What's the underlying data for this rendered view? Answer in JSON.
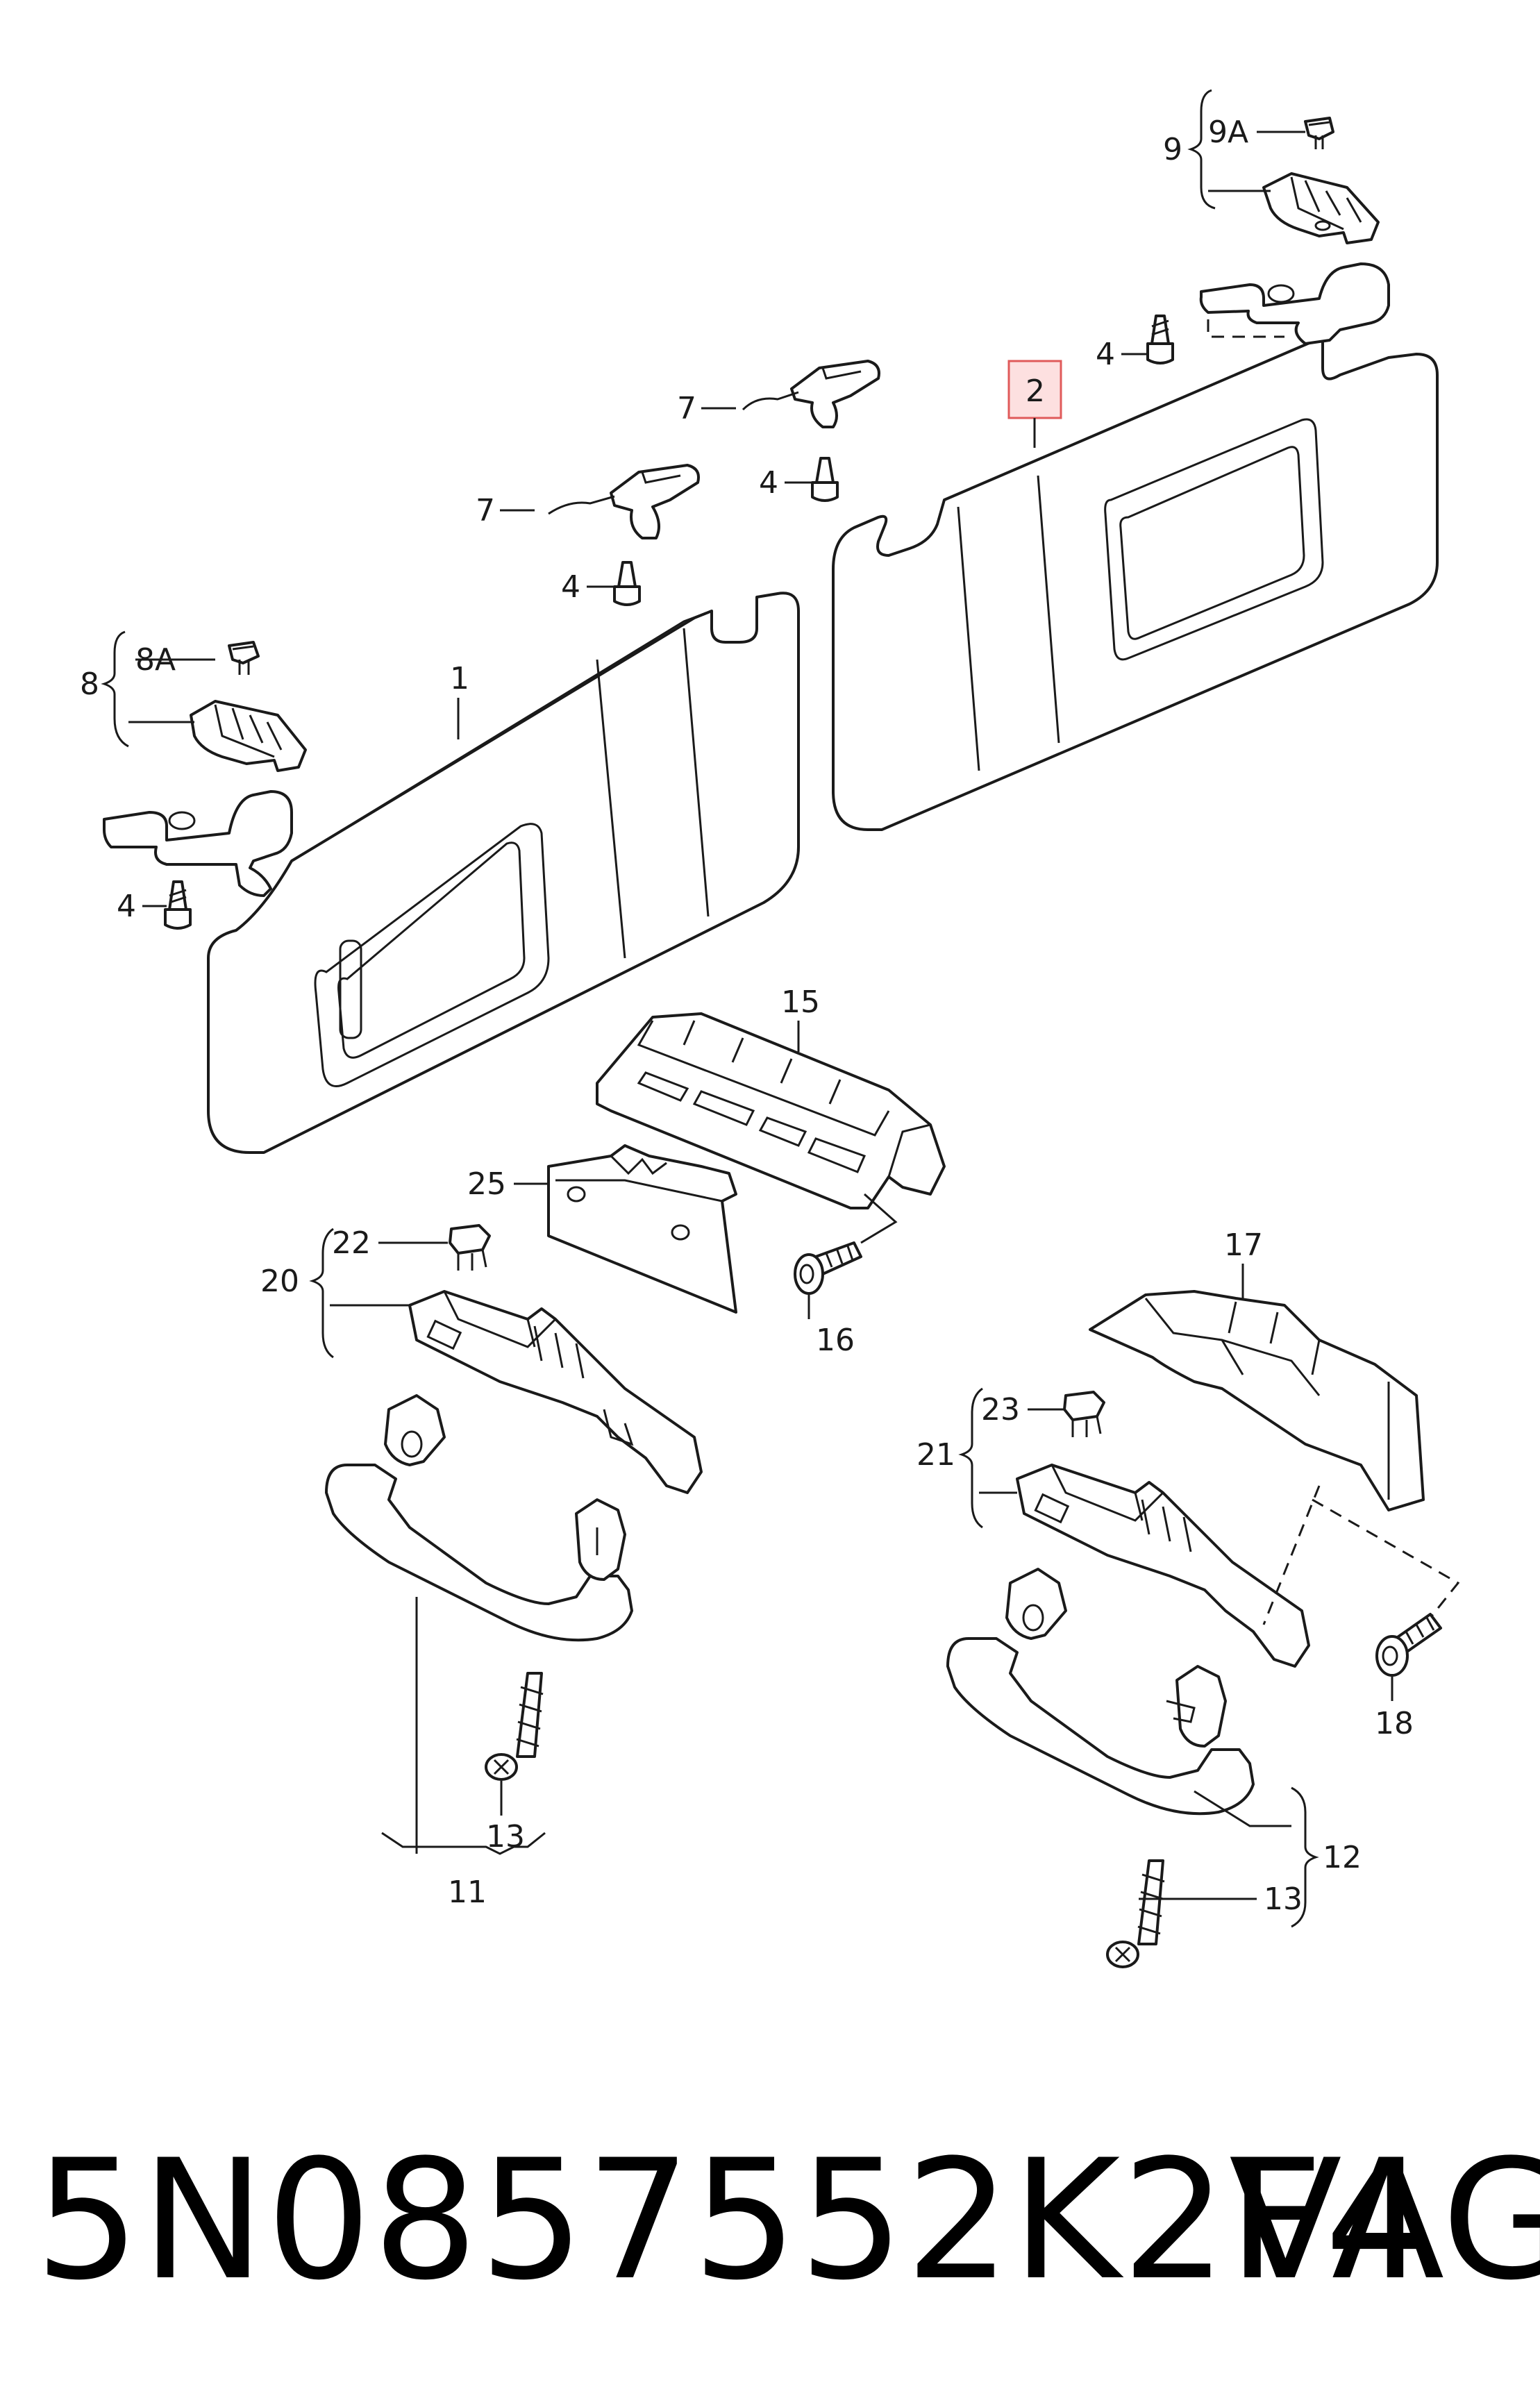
{
  "callouts": {
    "c1": "1",
    "c2": "2",
    "c4a": "4",
    "c4b": "4",
    "c4c": "4",
    "c4d": "4",
    "c7a": "7",
    "c7b": "7",
    "c8": "8",
    "c8a": "8A",
    "c9": "9",
    "c9a": "9A",
    "c11": "11",
    "c12": "12",
    "c13a": "13",
    "c13b": "13",
    "c15": "15",
    "c16": "16",
    "c17": "17",
    "c18": "18",
    "c20": "20",
    "c21": "21",
    "c22": "22",
    "c23": "23",
    "c25": "25"
  },
  "footer": {
    "part_number": "5N0857552K2F4",
    "brand": "VAG"
  },
  "colors": {
    "line": "#1a1a1a",
    "highlight_fill": "#fde0e0",
    "highlight_stroke": "#e05a5a"
  }
}
